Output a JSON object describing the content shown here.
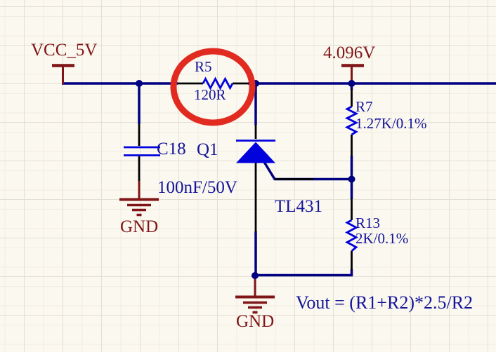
{
  "colors": {
    "bg": "#FBF8EF",
    "grid-major": "#E3DFD3",
    "grid-minor": "#F0EDE3",
    "wire": "#000080",
    "pin": "#000000",
    "symbol": "#0202DD",
    "text-blue": "#14149B",
    "maroon": "#801518",
    "highlight-red": "#E12B20"
  },
  "nets": {
    "vcc": {
      "label": "VCC_5V"
    },
    "vref": {
      "label": "4.096V"
    },
    "gnd_top": {
      "label": "GND"
    },
    "gnd_bottom": {
      "label": "GND"
    }
  },
  "components": {
    "r5": {
      "ref": "R5",
      "value": "120R"
    },
    "c18": {
      "ref": "C18",
      "value": "100nF/50V"
    },
    "q1": {
      "ref": "Q1",
      "value": "TL431"
    },
    "r7": {
      "ref": "R7",
      "value": "1.27K/0.1%"
    },
    "r13": {
      "ref": "R13",
      "value": "2K/0.1%"
    }
  },
  "annotation": {
    "formula": "Vout = (R1+R2)*2.5/R2"
  }
}
